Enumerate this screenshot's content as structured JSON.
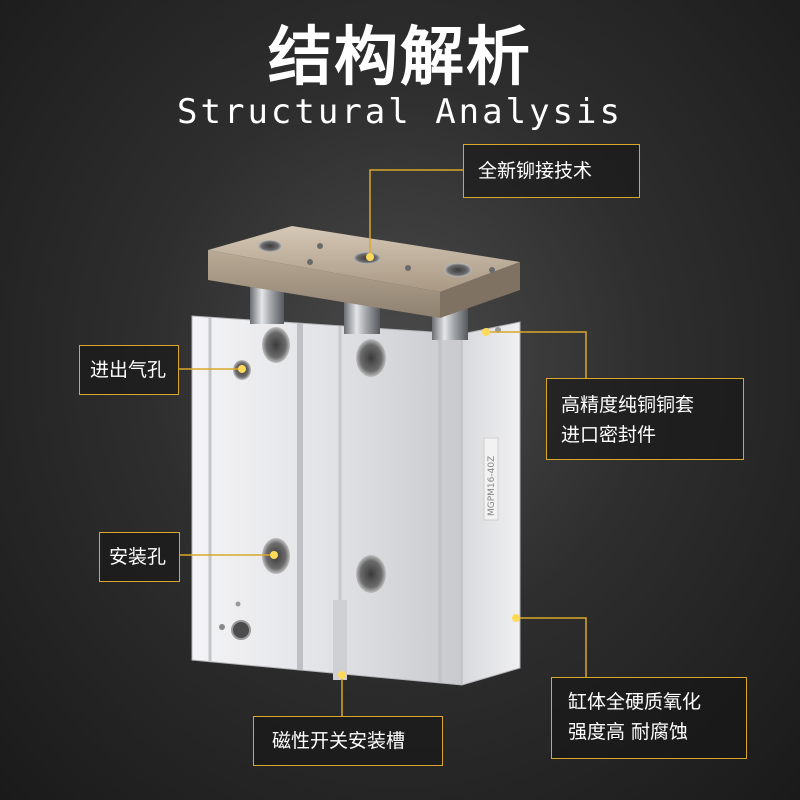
{
  "title": {
    "chinese": "结构解析",
    "english": "Structural Analysis"
  },
  "callouts": {
    "riveting": "全新铆接技术",
    "air_port": "进出气孔",
    "copper_sleeve_line1": "高精度纯铜铜套",
    "copper_sleeve_line2": "进口密封件",
    "mounting_hole": "安装孔",
    "cylinder_body_line1": "缸体全硬质氧化",
    "cylinder_body_line2": "强度高 耐腐蚀",
    "magnetic_switch_slot": "磁性开关安装槽"
  },
  "product_label": "MGPM16-40Z",
  "colors": {
    "accent": "#d9a82a",
    "plate": "#c8b8a4",
    "body": "#e8e8ea"
  }
}
